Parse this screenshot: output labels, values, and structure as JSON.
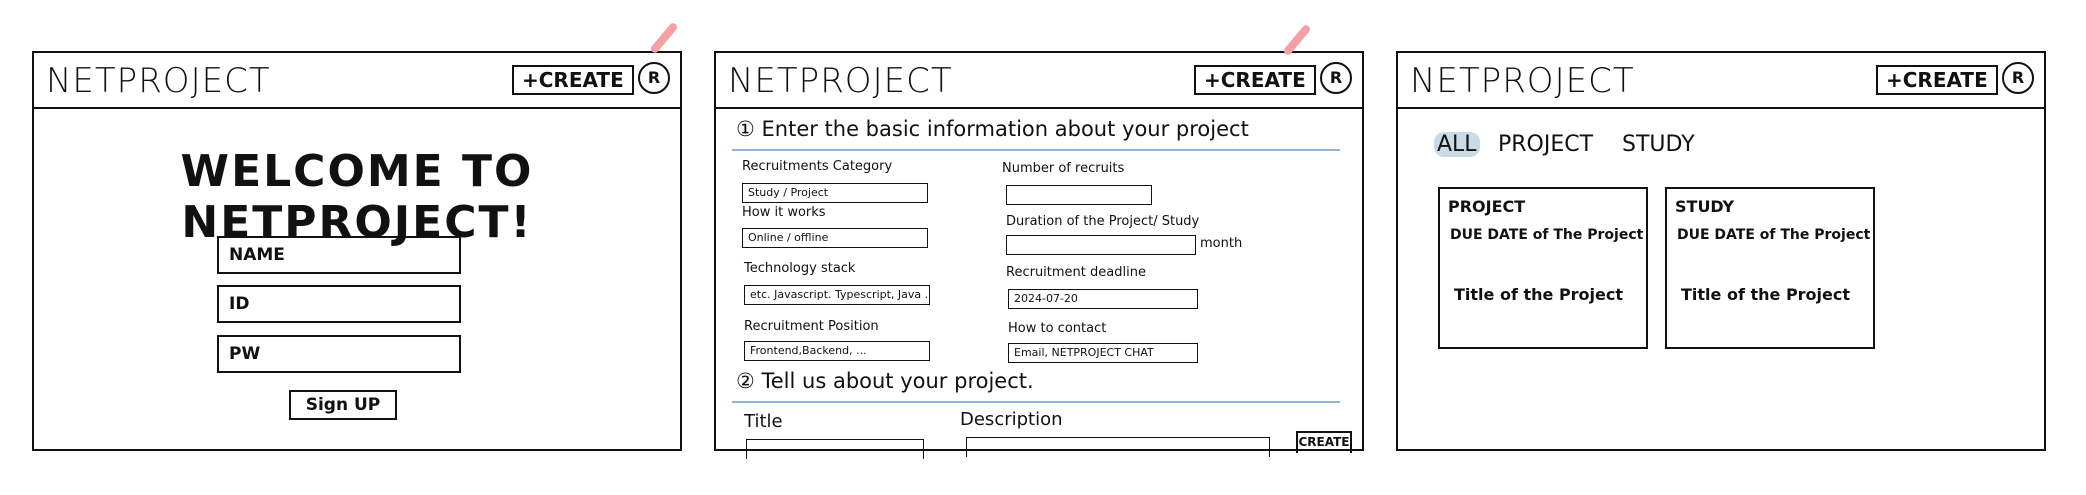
{
  "frame1": {
    "logo": "NETPROJECT",
    "create_label": "+CREATE",
    "avatar_glyph": "R",
    "welcome": "WELCOME TO NETPROJECT!",
    "name_label": "NAME",
    "id_label": "ID",
    "pw_label": "PW",
    "signup_label": "Sign UP"
  },
  "frame2": {
    "logo": "NETPROJECT",
    "create_label": "+CREATE",
    "avatar_glyph": "R",
    "section1": "① Enter the basic information about your project",
    "fields": {
      "category_label": "Recruitments Category",
      "category_value": "Study / Project",
      "works_label": "How it works",
      "works_value": "Online / offline",
      "tech_label": "Technology stack",
      "tech_value": "etc. Javascript. Typescript, Java ...",
      "position_label": "Recruitment Position",
      "position_value": "Frontend,Backend, ...",
      "number_label": "Number of recruits",
      "duration_label": "Duration of the Project/ Study",
      "duration_unit": "month",
      "deadline_label": "Recruitment deadline",
      "deadline_value": "2024-07-20",
      "contact_label": "How to contact",
      "contact_value": "Email, NETPROJECT CHAT"
    },
    "section2": "② Tell us about your project.",
    "title_label": "Title",
    "description_label": "Description",
    "create_btn": "CREATE"
  },
  "frame3": {
    "logo": "NETPROJECT",
    "create_label": "+CREATE",
    "avatar_glyph": "R",
    "tabs": [
      "ALL",
      "PROJECT",
      "STUDY"
    ],
    "cards": [
      {
        "type": "PROJECT",
        "due": "DUE DATE of The Project",
        "title": "Title of the Project"
      },
      {
        "type": "STUDY",
        "due": "DUE DATE of The Project",
        "title": "Title of the Project"
      }
    ]
  },
  "colors": {
    "pen": "#f2a0a4",
    "rule": "#8fb3d0",
    "highlight": "#c9dbe7"
  }
}
